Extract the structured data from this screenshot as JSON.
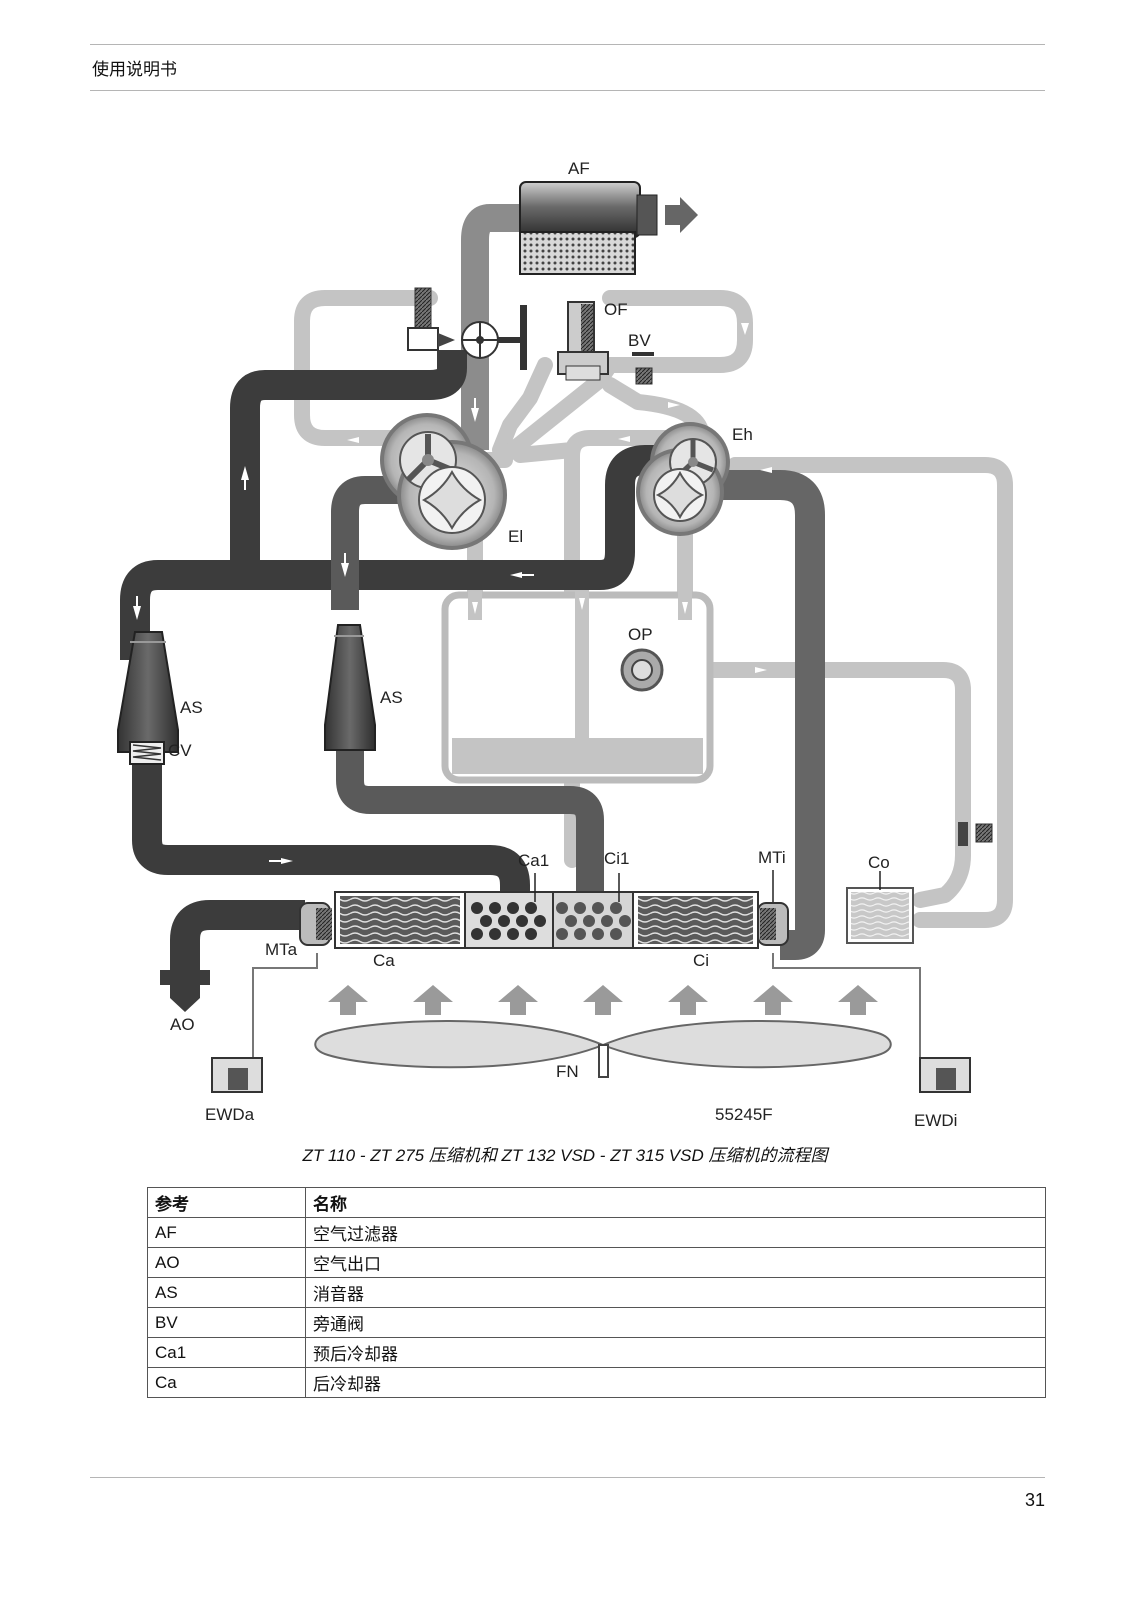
{
  "header": {
    "title": "使用说明书"
  },
  "diagram": {
    "labels": {
      "AF": "AF",
      "OF": "OF",
      "BV": "BV",
      "Eh": "Eh",
      "El": "El",
      "OP": "OP",
      "AS_left": "AS",
      "AS_mid": "AS",
      "CV": "CV",
      "Ca1": "Ca1",
      "Ci1": "Ci1",
      "MTi": "MTi",
      "Co": "Co",
      "MTa": "MTa",
      "Ca": "Ca",
      "Ci": "Ci",
      "AO": "AO",
      "FN": "FN",
      "EWDa": "EWDa",
      "EWDi": "EWDi",
      "code": "55245F"
    },
    "colors": {
      "air_pipe": "#4a4a4a",
      "hot_pipe": "#6e6e6e",
      "oil_pipe": "#c4c4c4",
      "mid_pipe": "#8c8c8c"
    }
  },
  "caption": "ZT 110 - ZT 275 压缩机和 ZT 132 VSD - ZT 315 VSD 压缩机的流程图",
  "table": {
    "headers": [
      "参考",
      "名称"
    ],
    "rows": [
      [
        "AF",
        "空气过滤器"
      ],
      [
        "AO",
        "空气出口"
      ],
      [
        "AS",
        "消音器"
      ],
      [
        "BV",
        "旁通阀"
      ],
      [
        "Ca1",
        "预后冷却器"
      ],
      [
        "Ca",
        "后冷却器"
      ]
    ]
  },
  "footer": {
    "page_number": "31"
  }
}
